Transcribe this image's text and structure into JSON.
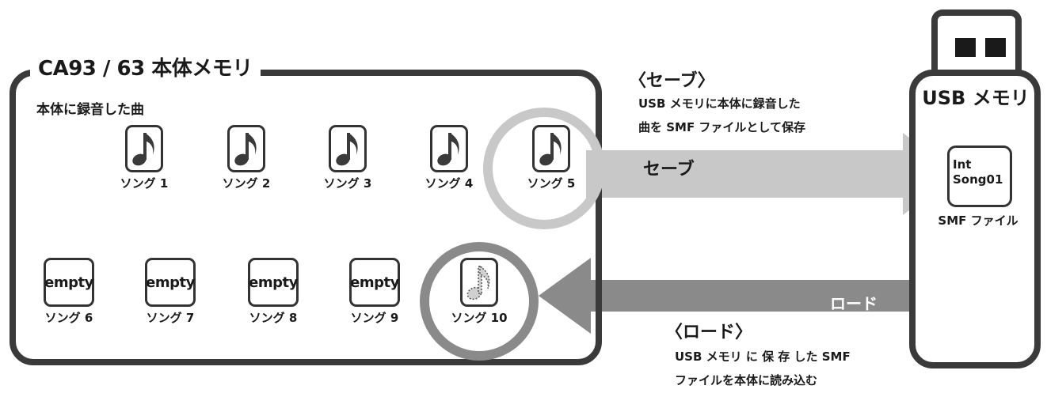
{
  "memory": {
    "title": "CA93 / 63 本体メモリ",
    "subtitle": "本体に録音した曲",
    "songs_row1": [
      "ソング 1",
      "ソング 2",
      "ソング 3",
      "ソング 4",
      "ソング 5"
    ],
    "songs_row2_empty_label": "empty",
    "songs_row2": [
      "ソング 6",
      "ソング 7",
      "ソング 8",
      "ソング 9",
      "ソング 10"
    ]
  },
  "save": {
    "heading": "〈セーブ〉",
    "desc_line1": "USB メモリに本体に録音した",
    "desc_line2": "曲を SMF ファイルとして保存",
    "arrow_label": "セーブ"
  },
  "load": {
    "heading": "〈ロード〉",
    "desc_line1": "USB メモリ に 保 存 した SMF",
    "desc_line2": "ファイルを本体に読み込む",
    "arrow_label": "ロード"
  },
  "usb": {
    "title": "USB メモリ",
    "file_line1": "Int",
    "file_line2": "Song01",
    "file_label": "SMF ファイル"
  },
  "colors": {
    "save_arrow": "#c8c8c8",
    "load_arrow": "#8a8a8a",
    "save_ring": "#c8c8c8",
    "load_ring": "#8a8a8a",
    "border": "#3a3a3a"
  }
}
